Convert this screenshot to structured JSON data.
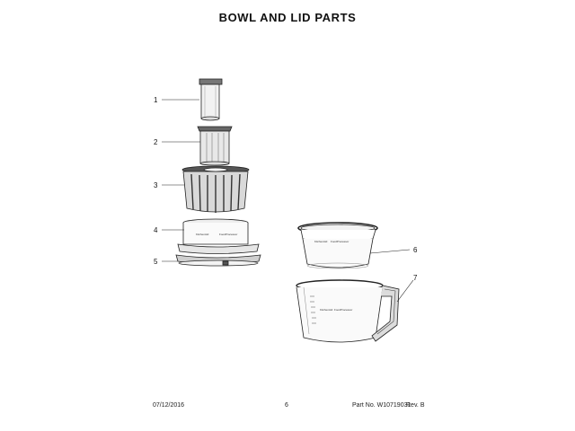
{
  "title": "BOWL AND LID PARTS",
  "parts": {
    "1": "1",
    "2": "2",
    "3": "3",
    "4": "4",
    "5": "5",
    "6": "6",
    "7": "7"
  },
  "labels": {
    "brand_small": "KitchenAid",
    "model_small": "FoodProcessor"
  },
  "footer": {
    "date": "07/12/2016",
    "page": "6",
    "part_no": "Part No. W10719031",
    "rev": "Rev. B"
  },
  "colors": {
    "line": "#222222",
    "shade": "#bdbdbd",
    "dark": "#555555"
  }
}
